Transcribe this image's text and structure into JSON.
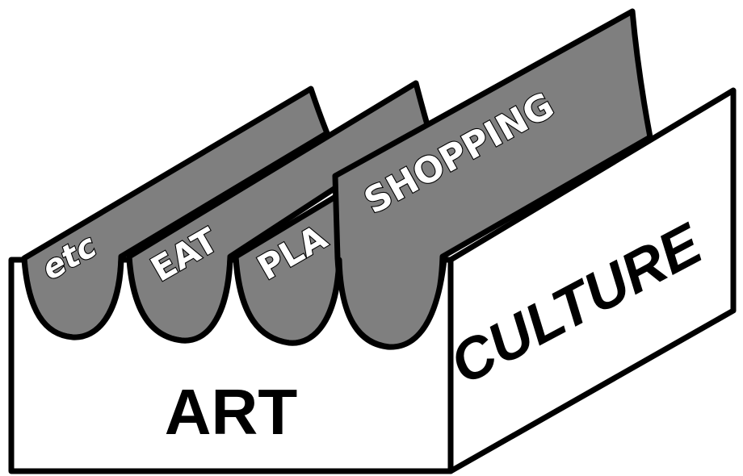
{
  "tabs": [
    {
      "id": "etc",
      "label": "etc"
    },
    {
      "id": "eat",
      "label": "EAT"
    },
    {
      "id": "play",
      "label": "PLA"
    },
    {
      "id": "shopping",
      "label": "SHOPPING"
    }
  ],
  "box": {
    "front_label": "ART",
    "side_label": "CULTURE"
  },
  "colors": {
    "tab_fill": "#7f7f7f",
    "box_fill": "#ffffff",
    "outline": "#000000"
  }
}
